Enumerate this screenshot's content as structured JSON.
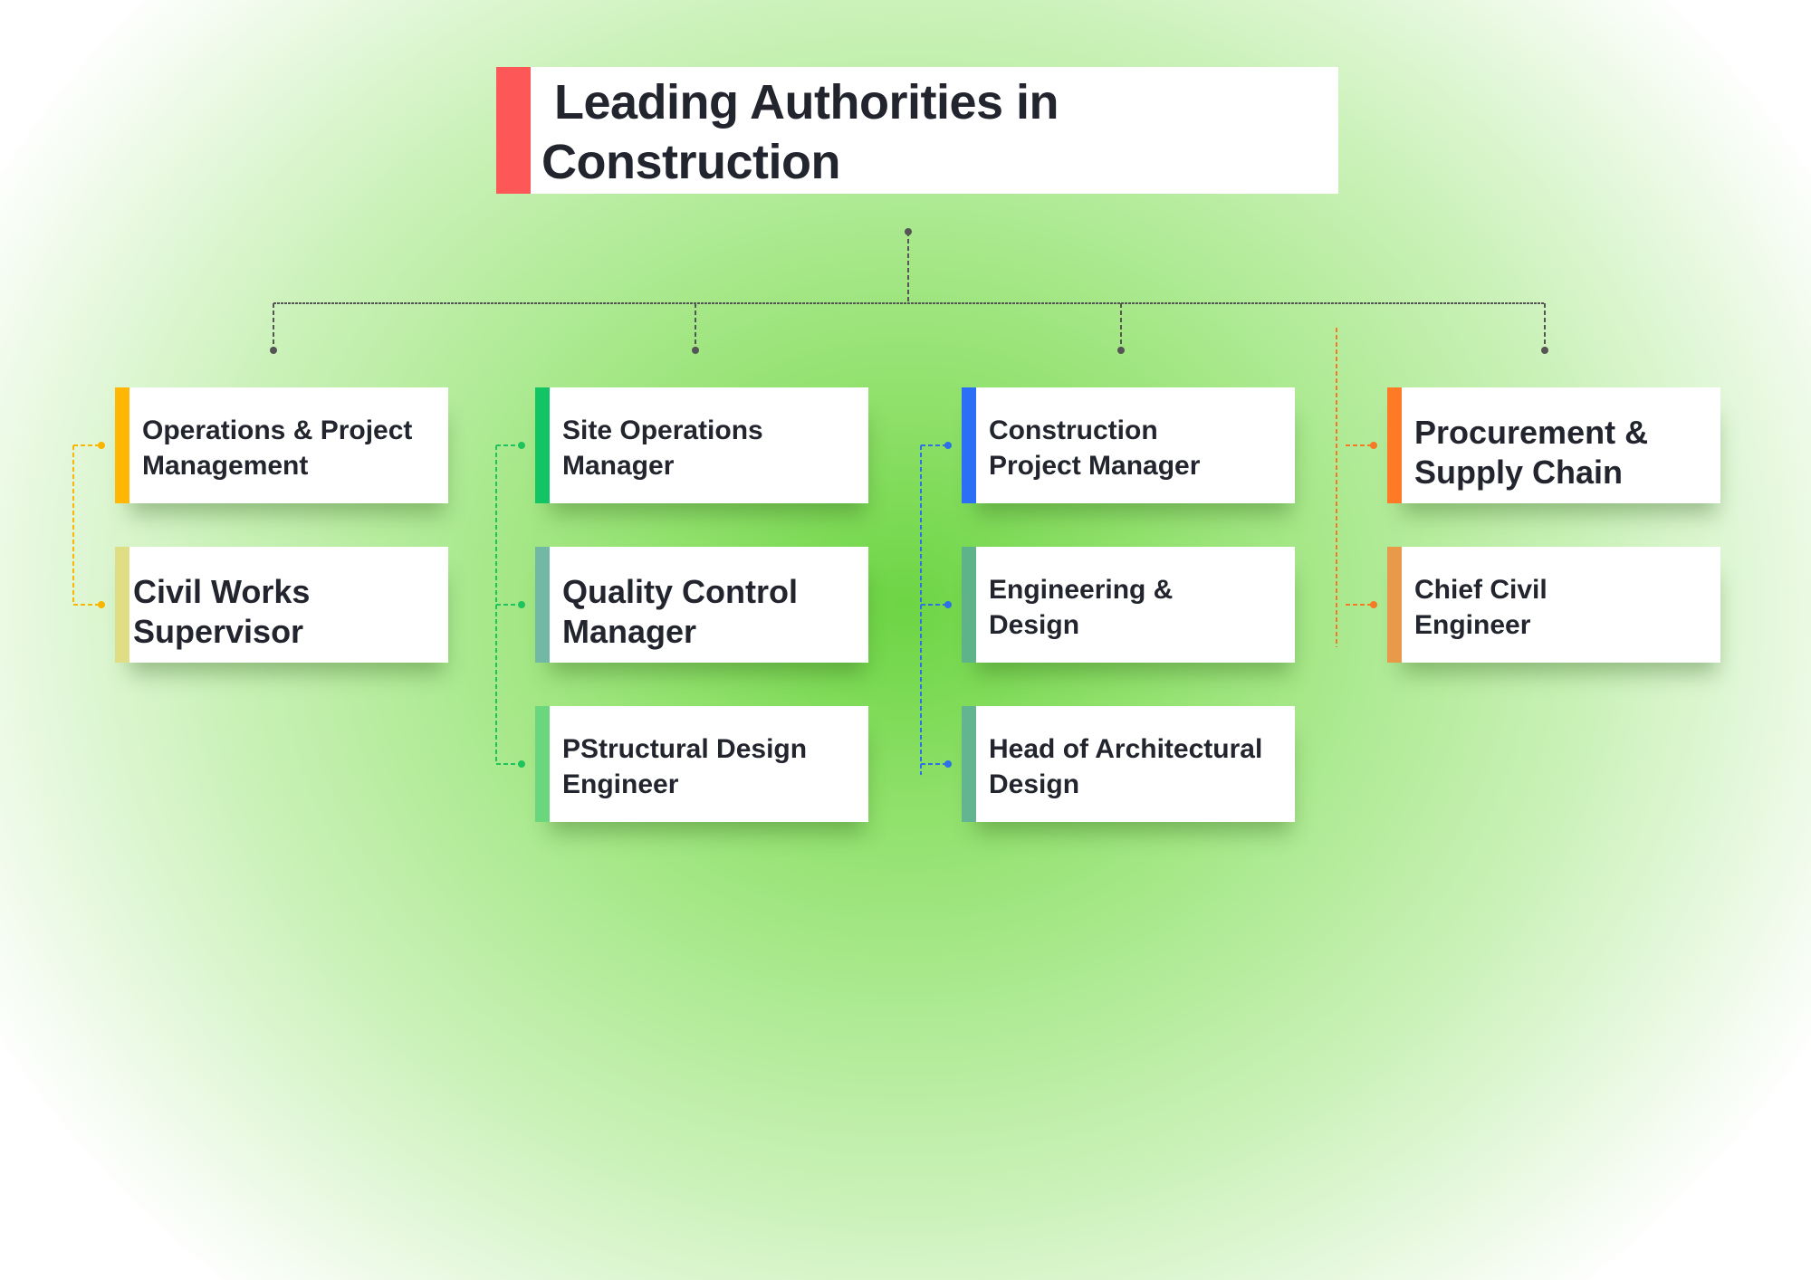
{
  "title": {
    "line1": "Leading Authorities in",
    "line2": "Construction",
    "accent_color": "#fe5757"
  },
  "connector_color": "#555555",
  "columns": [
    {
      "color": "#f9b600",
      "cards": [
        {
          "lines": [
            "Operations & Project",
            "Management"
          ],
          "color": "#ffb703"
        },
        {
          "lines": [
            "Civil Works",
            "Supervisor"
          ],
          "color": "#e0de85"
        }
      ]
    },
    {
      "color": "#1fc35c",
      "cards": [
        {
          "lines": [
            "Site Operations",
            "Manager"
          ],
          "color": "#12c464"
        },
        {
          "lines": [
            "Quality Control",
            "Manager"
          ],
          "color": "#72b9a5"
        },
        {
          "lines": [
            "PStructural Design",
            "Engineer"
          ],
          "color": "#6ad67d"
        }
      ]
    },
    {
      "color": "#2f6fe8",
      "cards": [
        {
          "lines": [
            "Construction",
            "Project Manager"
          ],
          "color": "#2a6ff5"
        },
        {
          "lines": [
            "Engineering &",
            "Design"
          ],
          "color": "#5fb38a"
        },
        {
          "lines": [
            "Head of Architectural",
            "Design"
          ],
          "color": "#62b590"
        }
      ]
    },
    {
      "color": "#f57a27",
      "cards": [
        {
          "lines": [
            "Procurement &",
            "Supply Chain"
          ],
          "color": "#fe7a27"
        },
        {
          "lines": [
            "Chief Civil",
            "Engineer"
          ],
          "color": "#e89a4a"
        }
      ]
    }
  ]
}
